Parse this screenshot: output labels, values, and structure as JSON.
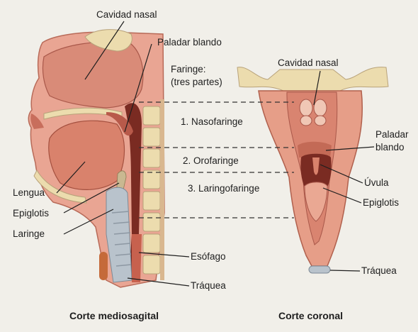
{
  "labels": {
    "cavidad_nasal_left": "Cavidad nasal",
    "paladar_blando_left": "Paladar blando",
    "faringe_line1": "Faringe:",
    "faringe_line2": "(tres partes)",
    "nasofaringe": "1. Nasofaringe",
    "orofaringe": "2. Orofaringe",
    "laringofaringe": "3. Laringofaringe",
    "lengua": "Lengua",
    "epiglotis_left": "Epiglotis",
    "laringe": "Laringe",
    "esofago": "Esófago",
    "traquea_left": "Tráquea",
    "cavidad_nasal_right": "Cavidad nasal",
    "paladar_blando_right_line1": "Paladar",
    "paladar_blando_right_line2": "blando",
    "uvula": "Úvula",
    "epiglotis_right": "Epiglotis",
    "traquea_right": "Tráquea"
  },
  "captions": {
    "sagittal": "Corte mediosagital",
    "coronal": "Corte coronal"
  },
  "colors": {
    "background": "#f1efe9",
    "tissue": "#e8a090",
    "muscle": "#c7614e",
    "dark_cavity": "#7a2b22",
    "bone": "#ecdcae",
    "cartilage": "#b9c3cc",
    "leader": "#1e1e1e"
  }
}
